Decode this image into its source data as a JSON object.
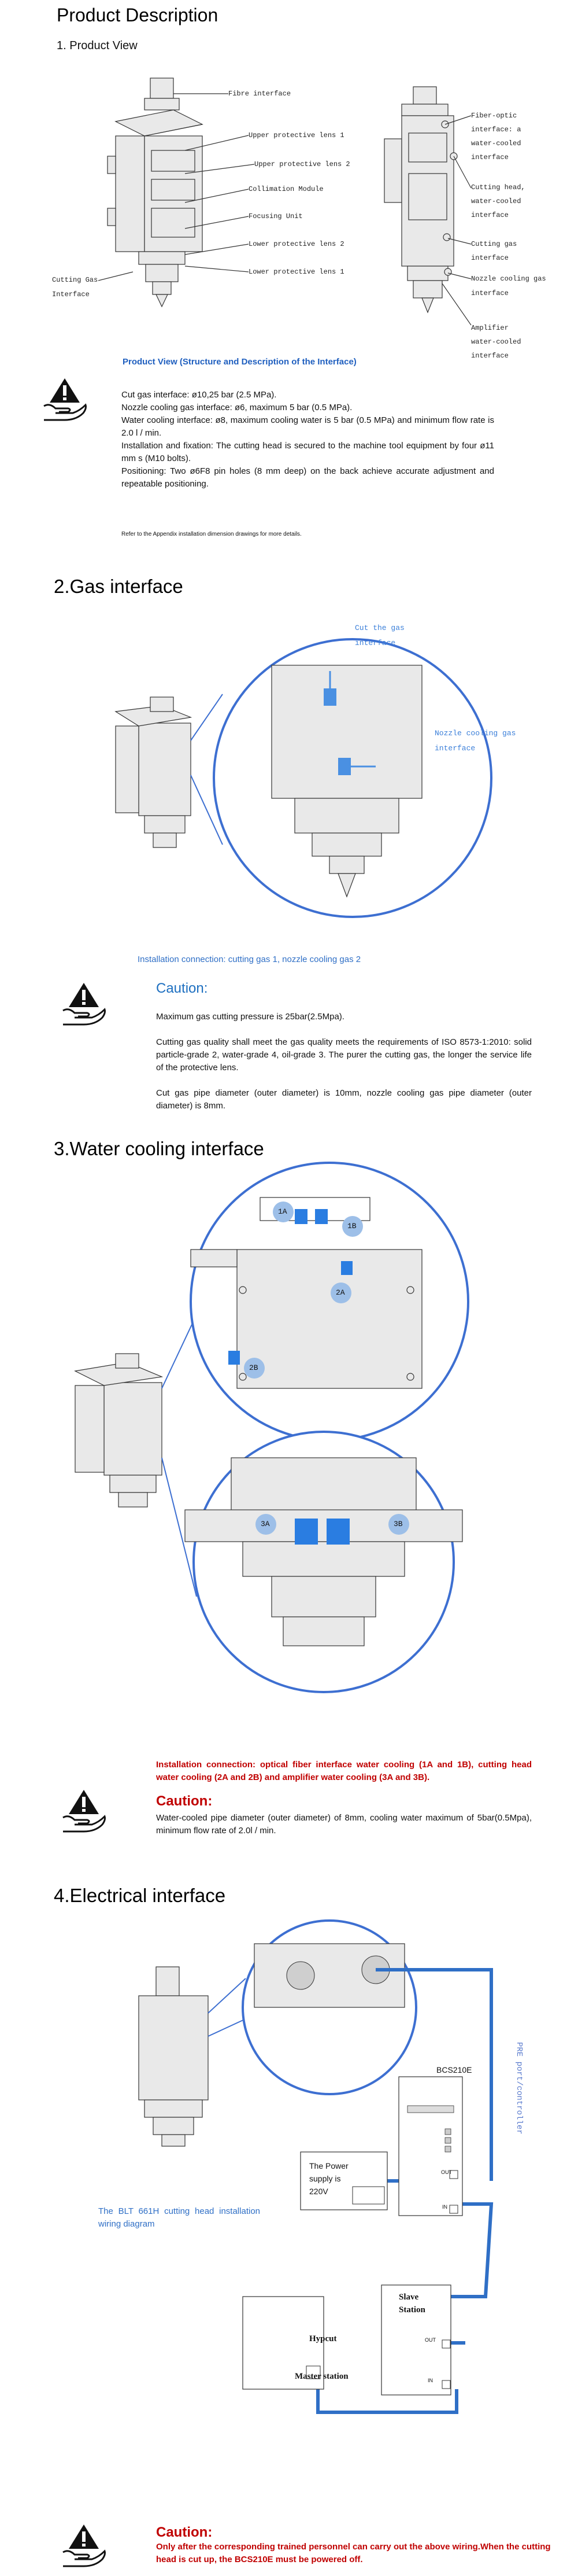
{
  "section1": {
    "title": "Product Description",
    "subtitle": "1. Product View",
    "left_labels": {
      "fibre": "Fibre interface",
      "upper1": "Upper protective lens 1",
      "upper2": "Upper protective lens 2",
      "collimation": "Collimation Module",
      "focusing": "Focusing Unit",
      "lower2": "Lower protective lens 2",
      "lower1": "Lower protective lens 1",
      "cutting_gas_l1": "Cutting  Gas",
      "cutting_gas_l2": "Interface"
    },
    "right_labels": {
      "fiber_optic": [
        "Fiber-optic",
        "interface: a",
        "water-cooled",
        "interface"
      ],
      "cutting_head": [
        "Cutting head,",
        "water-cooled",
        "interface"
      ],
      "cutting_gas": [
        "Cutting gas",
        "interface"
      ],
      "nozzle_cooling": "Nozzle cooling gas",
      "interface": "interface",
      "amplifier": [
        "Amplifier",
        "water-cooled",
        "interface"
      ]
    },
    "caption": "Product View (Structure and Description of the Interface)",
    "specs": [
      "Cut gas interface: ø10,25 bar (2.5 MPa).",
      "Nozzle cooling gas interface: ø6, maximum 5 bar (0.5 MPa).",
      "Water cooling interface: ø8, maximum cooling water is 5 bar (0.5 MPa) and minimum flow rate is 2.0 l / min.",
      "Installation and fixation: The cutting head is secured to the machine tool equipment by four ø11 mm s (M10 bolts).",
      "Positioning: Two ø6F8 pin holes (8 mm deep) on the back achieve accurate adjustment and repeatable positioning."
    ],
    "note": "Refer to the Appendix installation dimension drawings for more details."
  },
  "section2": {
    "title": "2.Gas interface",
    "label_cut_gas": [
      "Cut the gas",
      "interface"
    ],
    "label_nozzle": [
      "Nozzle cooling gas",
      "interface"
    ],
    "caption": "Installation connection: cutting gas 1, nozzle cooling gas 2",
    "caution": "Caution:",
    "paragraphs": [
      "Maximum gas cutting pressure is 25bar(2.5Mpa).",
      "Cutting gas quality shall meet the gas quality meets the requirements of ISO 8573-1:2010: solid particle-grade 2, water-grade 4, oil-grade 3. The purer the cutting gas, the longer the service life of the protective lens.",
      "Cut gas pipe diameter (outer diameter) is 10mm, nozzle cooling gas pipe diameter (outer diameter) is 8mm."
    ]
  },
  "section3": {
    "title": "3.Water cooling interface",
    "markers": [
      "1A",
      "1B",
      "2A",
      "2B",
      "3A",
      "3B"
    ],
    "caption": "Installation connection: optical fiber interface water cooling (1A and 1B), cutting head water cooling (2A and 2B) and amplifier water cooling (3A and 3B).",
    "caution": "Caution:",
    "text": "Water-cooled pipe diameter (outer diameter) of 8mm, cooling water maximum of 5bar(0.5Mpa), minimum flow rate of 2.0l / min."
  },
  "section4": {
    "title": "4.Electrical interface",
    "caption": "The BLT 661H cutting head installation wiring diagram",
    "bcs_label": "BCS210E",
    "pre_amp": "PRE port/controller",
    "power_box": [
      "The Power",
      "supply is",
      "220V"
    ],
    "slave_box": [
      "Slave",
      "Station"
    ],
    "master_box": [
      "Hypcut",
      "Master station"
    ],
    "ports": {
      "out": "OUT",
      "in": "IN"
    },
    "caution": "Caution:",
    "caution_text": "Only after the corresponding trained personnel can carry out the above wiring.When the cutting head is cut up, the BCS210E must be powered off."
  },
  "colors": {
    "link_blue": "#1f5fbf",
    "wire_blue": "#2f6fc6",
    "warn_red": "#c00000",
    "circle_blue": "#3d6fd1",
    "marker_fill": "#9dbfe8"
  },
  "icons": [
    "caution-hand-icon"
  ]
}
